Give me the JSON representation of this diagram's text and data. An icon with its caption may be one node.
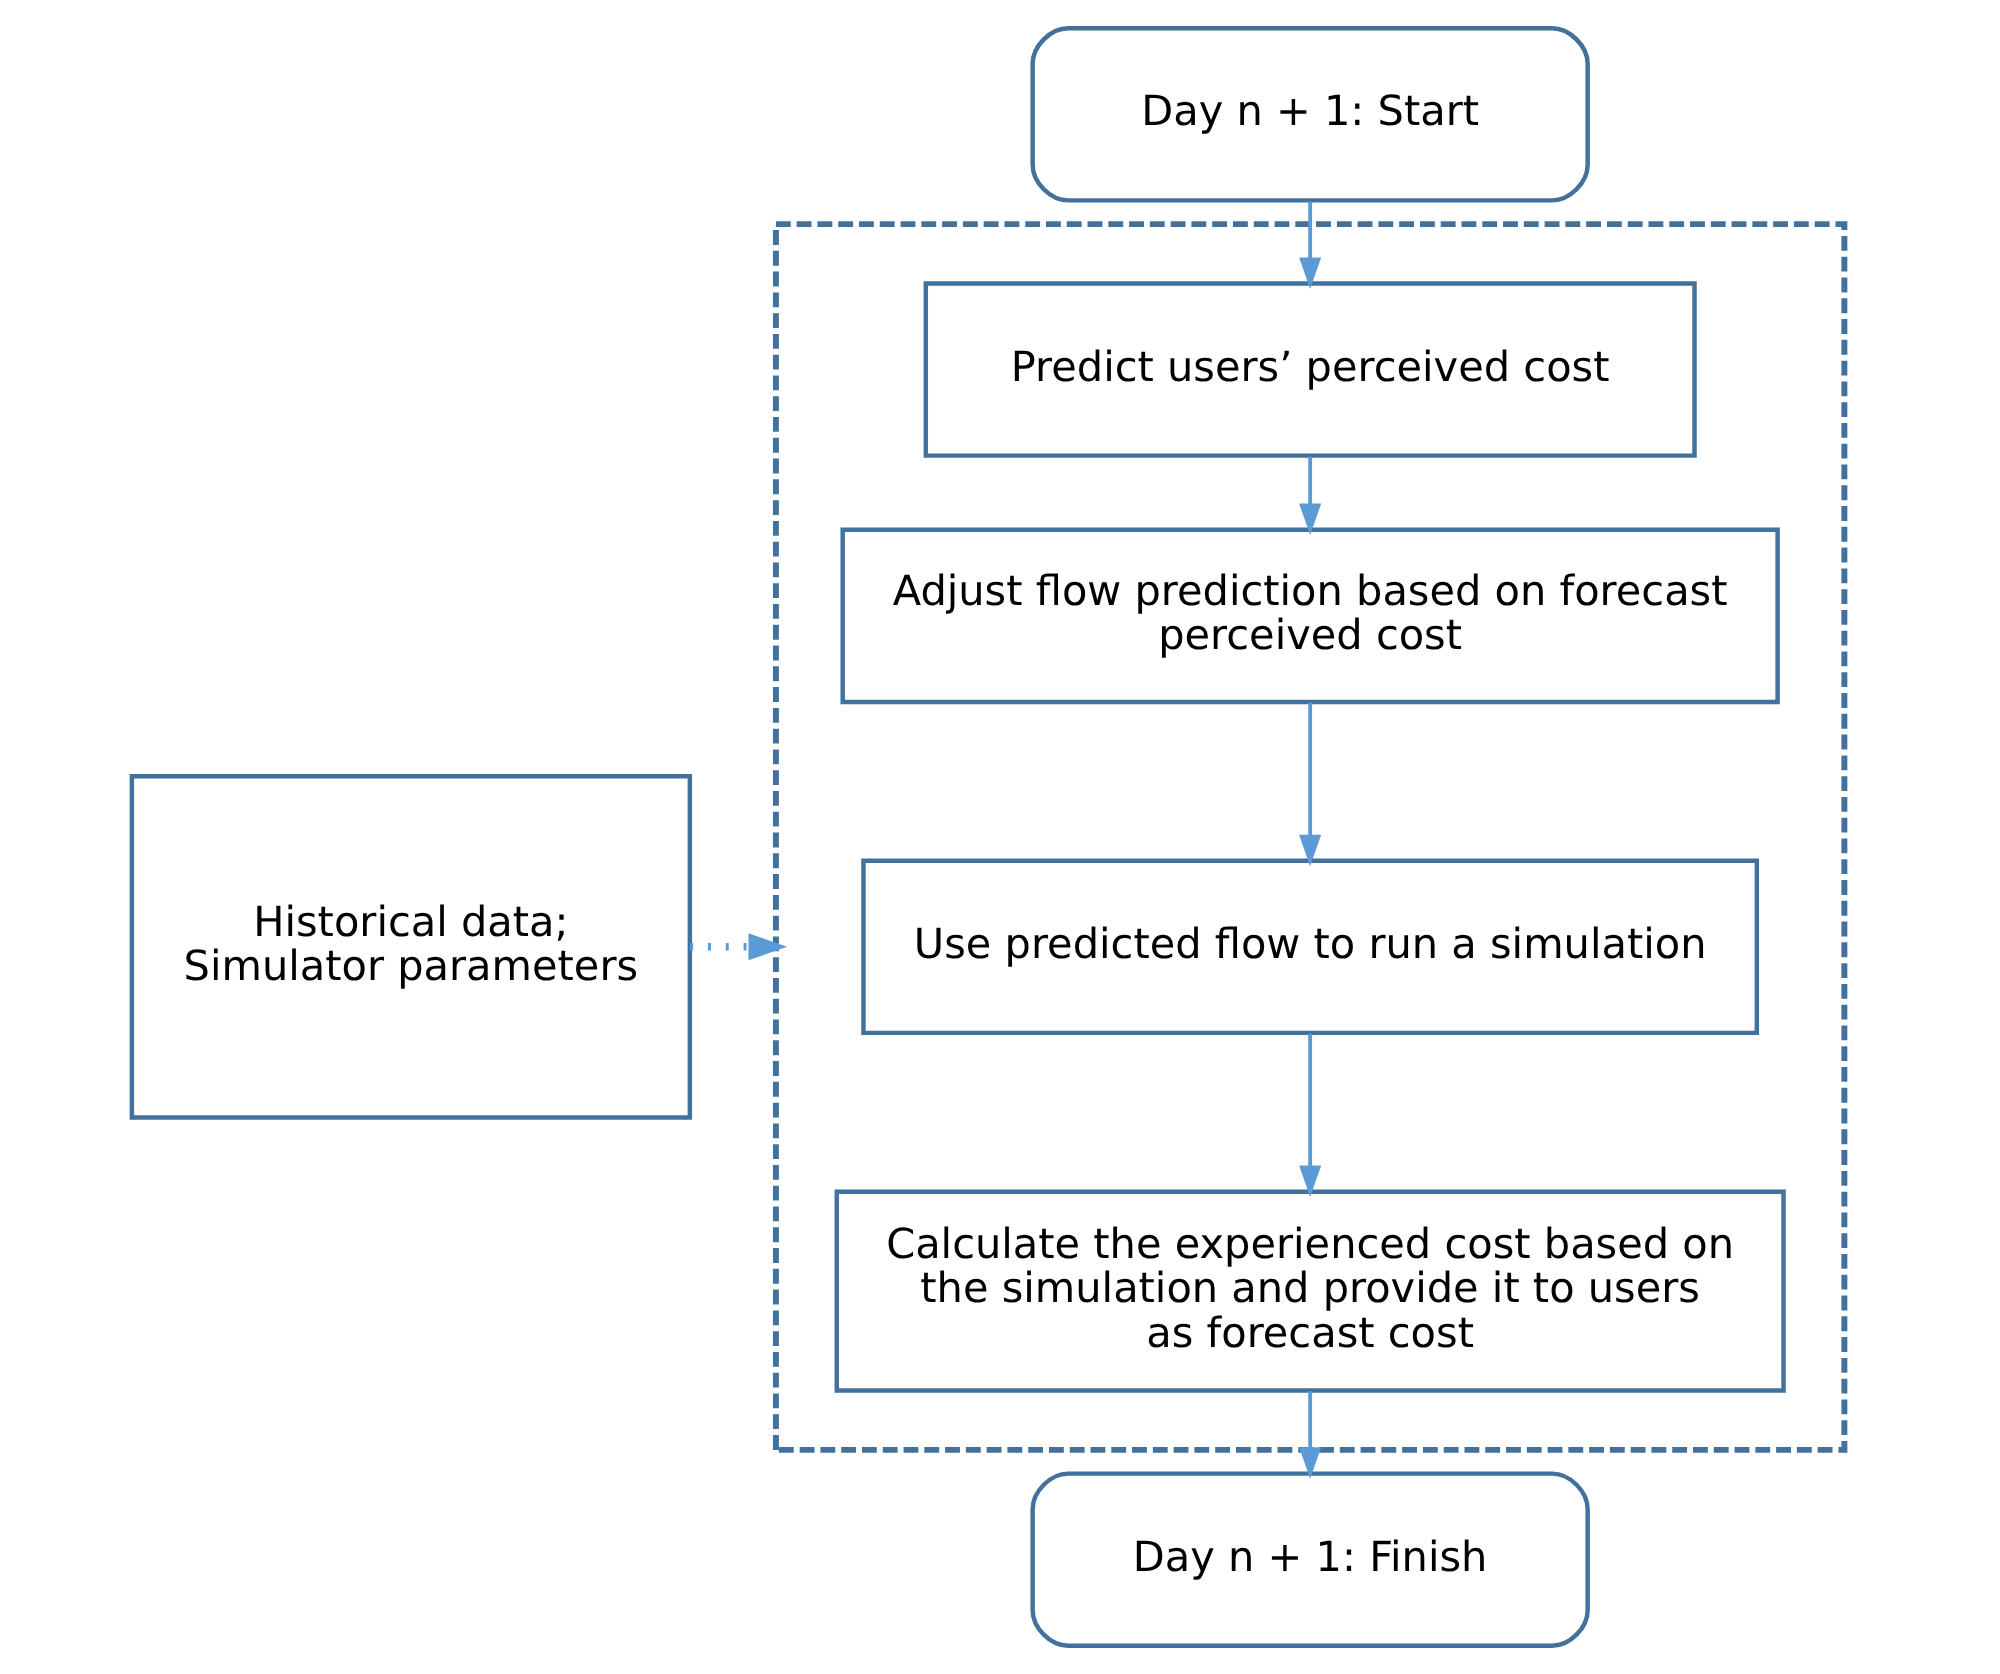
{
  "diagram": {
    "nodes": [
      {
        "text": [
          "Day n + 1: Start"
        ]
      },
      {
        "text": [],
        "shape": "box"
      },
      {
        "text": [
          "Predict users’ perceived cost"
        ],
        "in": 1
      },
      {
        "text": [
          "Adjust flow prediction based on forecast perceived cost"
        ],
        "in": 1
      },
      {
        "text": [
          "Use predicted flow to run a simulation"
        ],
        "in": 1
      },
      {
        "text": [
          "Calculate the experienced cost based on the simulation and provide it to users as forecast cost"
        ],
        "in": 1
      },
      {
        "text": [
          "Historical data; Simulator parameters"
        ]
      },
      {
        "text": [
          "Day n + 1: Finish"
        ]
      }
    ],
    "edges": [
      {
        "from": 0,
        "to": 2,
        "arrow": "to"
      },
      {
        "from": 2,
        "to": 3,
        "arrow": "to"
      },
      {
        "from": 3,
        "to": 4,
        "arrow": "to"
      },
      {
        "from": 4,
        "to": 5,
        "arrow": "to"
      },
      {
        "from": 6,
        "to": 1,
        "arrow": "to",
        "style": "dashed"
      },
      {
        "from": 5,
        "to": 7,
        "arrow": "to"
      }
    ]
  }
}
